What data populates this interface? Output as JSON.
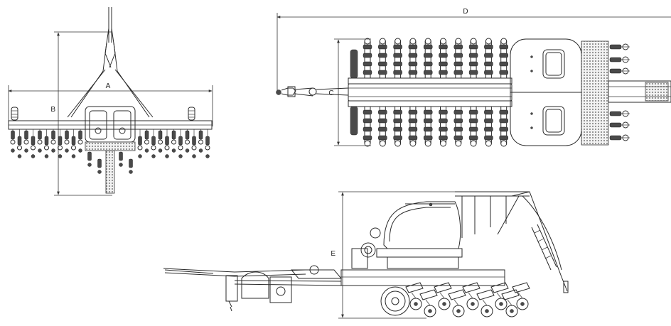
{
  "dimensions": {
    "a": "A",
    "b": "B",
    "c": "C",
    "d": "D",
    "e": "E"
  },
  "views": [
    {
      "name": "front"
    },
    {
      "name": "top"
    },
    {
      "name": "side"
    }
  ]
}
